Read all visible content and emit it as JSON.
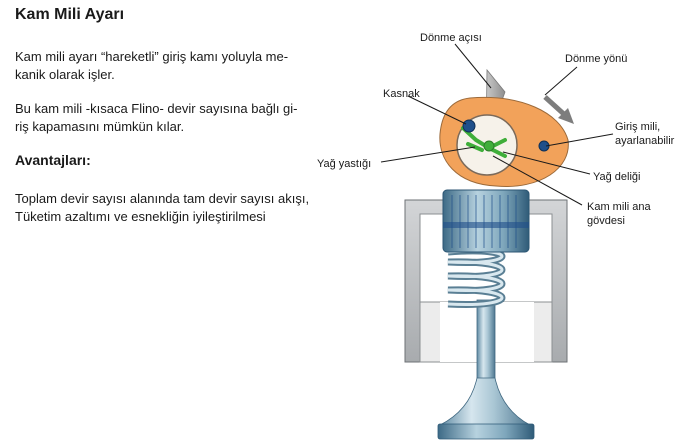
{
  "page": {
    "title": "Kam Mili Ayarı",
    "para1_line1": "Kam mili ayarı “hareketli” giriş kamı yoluyla me-",
    "para1_line2": "kanik olarak işler.",
    "para2_line1": "Bu kam mili -kısaca Flino- devir sayısına bağlı gi-",
    "para2_line2": "riş kapamasını mümkün kılar.",
    "advantages_heading": "Avantajları:",
    "adv_line1": "Toplam devir sayısı alanında tam devir sayısı akışı,",
    "adv_line2": "Tüketim azaltımı ve esnekliğin iyileştirilmesi"
  },
  "diagram": {
    "labels": {
      "rotation_angle": "Dönme açısı",
      "rotation_direction": "Dönme yönü",
      "pulley": "Kasnak",
      "intake_line1": "Giriş mili,",
      "intake_line2": "ayarlanabilir",
      "oil_cushion": "Yağ yastığı",
      "oil_hole": "Yağ deliği",
      "cam_body_line1": "Kam mili ana",
      "cam_body_line2": "gövdesi"
    },
    "colors": {
      "cam_orange": "#f2a25a",
      "oil_green": "#3fae3a",
      "metal_blue": "#8fb3c6",
      "dark_blue": "#1f4f8a",
      "wall_gray": "#b9bcbf"
    }
  }
}
